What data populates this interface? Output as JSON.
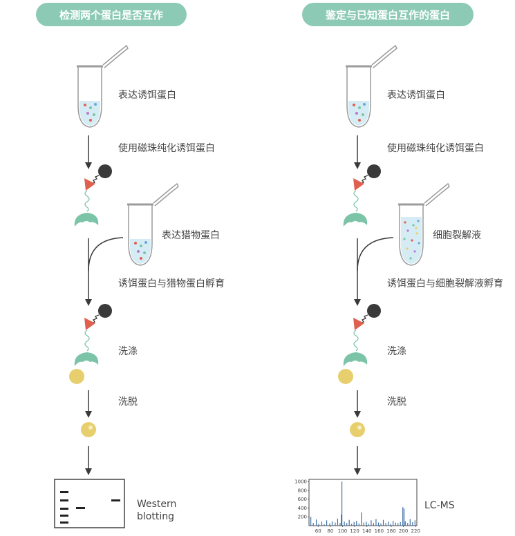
{
  "left": {
    "title": "检测两个蛋白是否互作",
    "step_express_bait": "表达诱饵蛋白",
    "step_purify": "使用磁珠纯化诱饵蛋白",
    "prey_tube_label": "表达猎物蛋白",
    "step_incubate": "诱饵蛋白与猎物蛋白孵育",
    "step_wash": "洗涤",
    "step_elute": "洗脱",
    "result_label_line1": "Western",
    "result_label_line2": "blotting"
  },
  "right": {
    "title": "鉴定与已知蛋白互作的蛋白",
    "step_express_bait": "表达诱饵蛋白",
    "step_purify": "使用磁珠纯化诱饵蛋白",
    "prey_tube_label": "细胞裂解液",
    "step_incubate": "诱饵蛋白与细胞裂解液孵育",
    "step_wash": "洗涤",
    "step_elute": "洗脱",
    "result_label": "LC-MS"
  },
  "colors": {
    "pill": "#8ccab6",
    "bait_protein": "#7cc4a8",
    "tag_triangle": "#e06050",
    "bead": "#3a3a3a",
    "prey_protein": "#e8cf6e",
    "ms_bars": "#3f6fa8"
  },
  "chart_data": {
    "type": "bar",
    "title": "",
    "xlabel": "",
    "ylabel": "",
    "xlim": [
      45,
      222
    ],
    "ylim": [
      0,
      1050
    ],
    "x_ticks": [
      60,
      80,
      100,
      120,
      140,
      160,
      180,
      200,
      220
    ],
    "y_ticks": [
      200,
      400,
      600,
      800,
      1000
    ],
    "x": [
      48,
      52,
      57,
      61,
      66,
      70,
      74,
      79,
      83,
      88,
      92,
      96,
      98,
      99,
      103,
      107,
      111,
      115,
      119,
      123,
      127,
      131,
      135,
      139,
      143,
      147,
      151,
      155,
      159,
      163,
      167,
      171,
      175,
      179,
      183,
      187,
      191,
      195,
      199,
      201,
      203,
      207,
      211,
      215,
      219
    ],
    "values": [
      200,
      60,
      140,
      40,
      90,
      30,
      120,
      50,
      100,
      70,
      160,
      60,
      250,
      1000,
      90,
      60,
      130,
      40,
      80,
      110,
      50,
      300,
      70,
      90,
      40,
      120,
      60,
      150,
      70,
      50,
      130,
      60,
      90,
      40,
      110,
      70,
      60,
      80,
      420,
      390,
      100,
      60,
      150,
      80,
      120
    ]
  }
}
